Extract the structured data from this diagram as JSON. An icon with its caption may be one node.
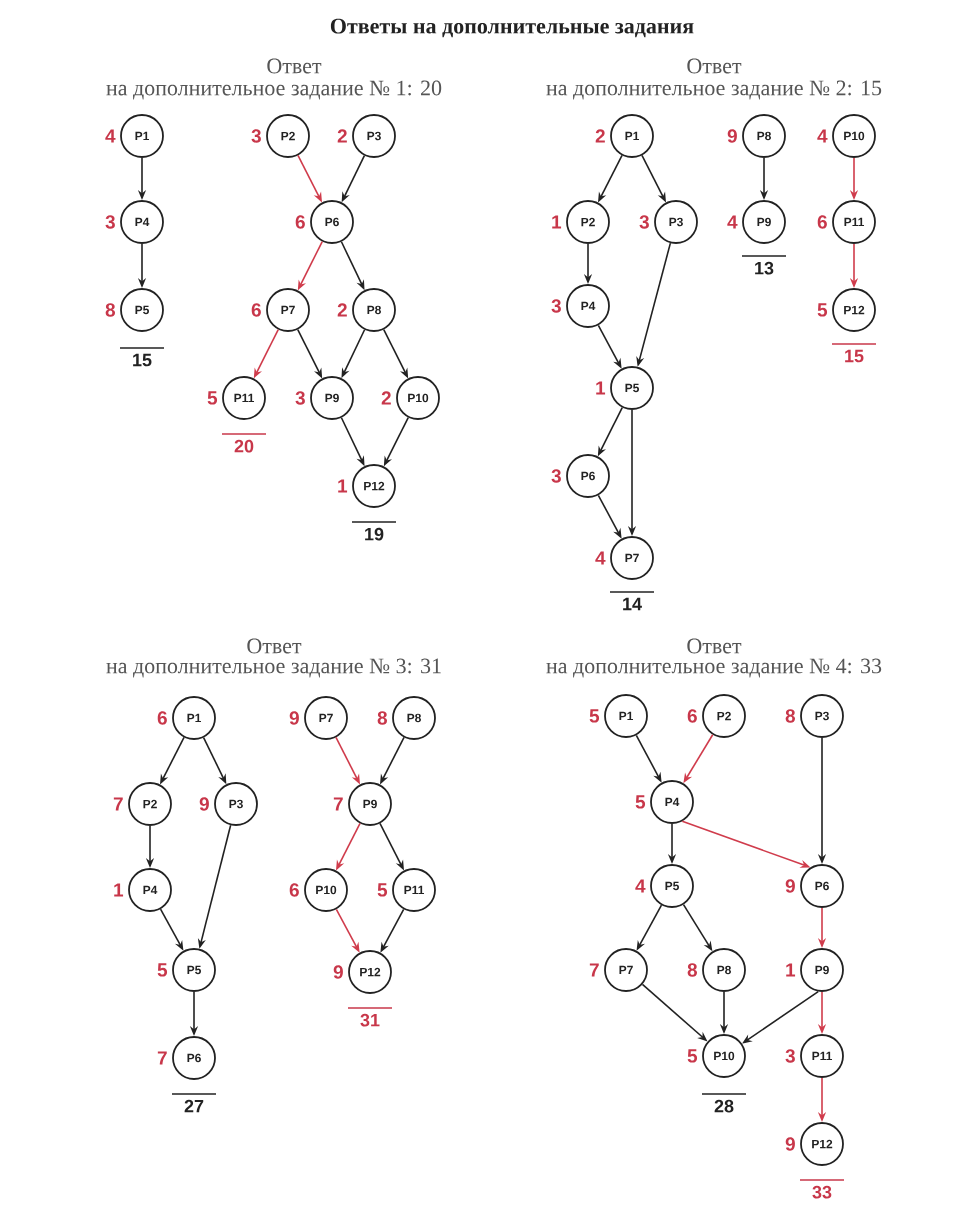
{
  "diagram": {
    "title": "Ответы на дополнительные задания",
    "nodes": [
      {
        "text": [
          "P1"
        ],
        "beside": [
          "4"
        ]
      },
      {
        "text": [
          "P2"
        ],
        "beside": [
          "3"
        ]
      },
      {
        "text": [
          "P3"
        ],
        "beside": [
          "2"
        ]
      },
      {
        "text": [
          "P4"
        ],
        "beside": [
          "3"
        ]
      },
      {
        "text": [
          "P5"
        ],
        "beside": [
          "8"
        ]
      },
      {
        "text": [
          "P6"
        ],
        "beside": [
          "6"
        ]
      },
      {
        "text": [
          "P7"
        ],
        "beside": [
          "6"
        ]
      },
      {
        "text": [
          "P8"
        ],
        "beside": [
          "2"
        ]
      },
      {
        "text": [
          "P9"
        ],
        "beside": [
          "3"
        ]
      },
      {
        "text": [
          "P10"
        ],
        "beside": [
          "2"
        ]
      },
      {
        "text": [
          "P11"
        ],
        "beside": [
          "5"
        ]
      },
      {
        "text": [
          "P12"
        ],
        "beside": [
          "1"
        ]
      },
      {
        "text": [
          "P1"
        ],
        "beside": [
          "2"
        ]
      },
      {
        "text": [
          "P2"
        ],
        "beside": [
          "1"
        ]
      },
      {
        "text": [
          "P3"
        ],
        "beside": [
          "3"
        ]
      },
      {
        "text": [
          "P4"
        ],
        "beside": [
          "3"
        ]
      },
      {
        "text": [
          "P5"
        ],
        "beside": [
          "1"
        ]
      },
      {
        "text": [
          "P6"
        ],
        "beside": [
          "3"
        ]
      },
      {
        "text": [
          "P7"
        ],
        "beside": [
          "4"
        ]
      },
      {
        "text": [
          "P8"
        ],
        "beside": [
          "9"
        ]
      },
      {
        "text": [
          "P9"
        ],
        "beside": [
          "4"
        ]
      },
      {
        "text": [
          "P10"
        ],
        "beside": [
          "4"
        ]
      },
      {
        "text": [
          "P11"
        ],
        "beside": [
          "6"
        ]
      },
      {
        "text": [
          "P12"
        ],
        "beside": [
          "5"
        ]
      },
      {
        "text": [
          "P1"
        ],
        "beside": [
          "6"
        ]
      },
      {
        "text": [
          "P2"
        ],
        "beside": [
          "7"
        ]
      },
      {
        "text": [
          "P3"
        ],
        "beside": [
          "9"
        ]
      },
      {
        "text": [
          "P4"
        ],
        "beside": [
          "1"
        ]
      },
      {
        "text": [
          "P5"
        ],
        "beside": [
          "5"
        ]
      },
      {
        "text": [
          "P6"
        ],
        "beside": [
          "7"
        ]
      },
      {
        "text": [
          "P7"
        ],
        "beside": [
          "9"
        ]
      },
      {
        "text": [
          "P8"
        ],
        "beside": [
          "8"
        ]
      },
      {
        "text": [
          "P9"
        ],
        "beside": [
          "7"
        ]
      },
      {
        "text": [
          "P10"
        ],
        "beside": [
          "6"
        ]
      },
      {
        "text": [
          "P11"
        ],
        "beside": [
          "5"
        ]
      },
      {
        "text": [
          "P12"
        ],
        "beside": [
          "9"
        ]
      },
      {
        "text": [
          "P1"
        ],
        "beside": [
          "5"
        ]
      },
      {
        "text": [
          "P2"
        ],
        "beside": [
          "6"
        ]
      },
      {
        "text": [
          "P3"
        ],
        "beside": [
          "8"
        ]
      },
      {
        "text": [
          "P4"
        ],
        "beside": [
          "5"
        ]
      },
      {
        "text": [
          "P5"
        ],
        "beside": [
          "4"
        ]
      },
      {
        "text": [
          "P6"
        ],
        "beside": [
          "9"
        ]
      },
      {
        "text": [
          "P7"
        ],
        "beside": [
          "7"
        ]
      },
      {
        "text": [
          "P8"
        ],
        "beside": [
          "8"
        ]
      },
      {
        "text": [
          "P9"
        ],
        "beside": [
          "1"
        ]
      },
      {
        "text": [
          "P10"
        ],
        "beside": [
          "5"
        ]
      },
      {
        "text": [
          "P11"
        ],
        "beside": [
          "3"
        ]
      },
      {
        "text": [
          "P12"
        ],
        "beside": [
          "9"
        ]
      }
    ],
    "edges": [
      {
        "from": 0,
        "to": 3,
        "arrow": "to"
      },
      {
        "from": 3,
        "to": 4,
        "arrow": "to"
      },
      {
        "from": 1,
        "to": 5,
        "arrow": "to",
        "color": "#d03c4c"
      },
      {
        "from": 2,
        "to": 5,
        "arrow": "to"
      },
      {
        "from": 5,
        "to": 6,
        "arrow": "to",
        "color": "#d03c4c"
      },
      {
        "from": 5,
        "to": 7,
        "arrow": "to"
      },
      {
        "from": 6,
        "to": 10,
        "arrow": "to",
        "color": "#d03c4c"
      },
      {
        "from": 6,
        "to": 8,
        "arrow": "to"
      },
      {
        "from": 7,
        "to": 8,
        "arrow": "to"
      },
      {
        "from": 7,
        "to": 9,
        "arrow": "to"
      },
      {
        "from": 8,
        "to": 11,
        "arrow": "to"
      },
      {
        "from": 9,
        "to": 11,
        "arrow": "to"
      },
      {
        "from": 12,
        "to": 13,
        "arrow": "to"
      },
      {
        "from": 12,
        "to": 14,
        "arrow": "to"
      },
      {
        "from": 13,
        "to": 15,
        "arrow": "to"
      },
      {
        "from": 15,
        "to": 16,
        "arrow": "to"
      },
      {
        "from": 14,
        "to": 16,
        "arrow": "to"
      },
      {
        "from": 16,
        "to": 17,
        "arrow": "to"
      },
      {
        "from": 16,
        "to": 18,
        "arrow": "to"
      },
      {
        "from": 17,
        "to": 18,
        "arrow": "to"
      },
      {
        "from": 19,
        "to": 20,
        "arrow": "to"
      },
      {
        "from": 21,
        "to": 22,
        "arrow": "to",
        "color": "#d03c4c"
      },
      {
        "from": 22,
        "to": 23,
        "arrow": "to",
        "color": "#d03c4c"
      },
      {
        "from": 24,
        "to": 25,
        "arrow": "to"
      },
      {
        "from": 24,
        "to": 26,
        "arrow": "to"
      },
      {
        "from": 25,
        "to": 27,
        "arrow": "to"
      },
      {
        "from": 27,
        "to": 28,
        "arrow": "to"
      },
      {
        "from": 26,
        "to": 28,
        "arrow": "to"
      },
      {
        "from": 28,
        "to": 29,
        "arrow": "to"
      },
      {
        "from": 30,
        "to": 32,
        "arrow": "to",
        "color": "#d03c4c"
      },
      {
        "from": 31,
        "to": 32,
        "arrow": "to"
      },
      {
        "from": 32,
        "to": 33,
        "arrow": "to",
        "color": "#d03c4c"
      },
      {
        "from": 32,
        "to": 34,
        "arrow": "to"
      },
      {
        "from": 33,
        "to": 35,
        "arrow": "to",
        "color": "#d03c4c"
      },
      {
        "from": 34,
        "to": 35,
        "arrow": "to"
      },
      {
        "from": 36,
        "to": 39,
        "arrow": "to"
      },
      {
        "from": 37,
        "to": 39,
        "arrow": "to",
        "color": "#d03c4c"
      },
      {
        "from": 38,
        "to": 41,
        "arrow": "to"
      },
      {
        "from": 39,
        "to": 40,
        "arrow": "to"
      },
      {
        "from": 39,
        "to": 41,
        "arrow": "to",
        "color": "#d03c4c"
      },
      {
        "from": 40,
        "to": 42,
        "arrow": "to"
      },
      {
        "from": 40,
        "to": 43,
        "arrow": "to"
      },
      {
        "from": 41,
        "to": 44,
        "arrow": "to",
        "color": "#d03c4c"
      },
      {
        "from": 42,
        "to": 45,
        "arrow": "to"
      },
      {
        "from": 43,
        "to": 45,
        "arrow": "to"
      },
      {
        "from": 44,
        "to": 45,
        "arrow": "to"
      },
      {
        "from": 44,
        "to": 46,
        "arrow": "to",
        "color": "#d03c4c"
      },
      {
        "from": 46,
        "to": 47,
        "arrow": "to",
        "color": "#d03c4c"
      }
    ],
    "labels": [
      "Ответ",
      "на дополнительное задание № 1: 20",
      "15",
      "20",
      "19",
      "Ответ",
      "на дополнительное задание № 2: 15",
      "13",
      "15",
      "14",
      "Ответ",
      "на дополнительное задание № 3: 31",
      "31",
      "27",
      "Ответ",
      "на дополнительное задание № 4: 33",
      "28",
      "33"
    ]
  }
}
